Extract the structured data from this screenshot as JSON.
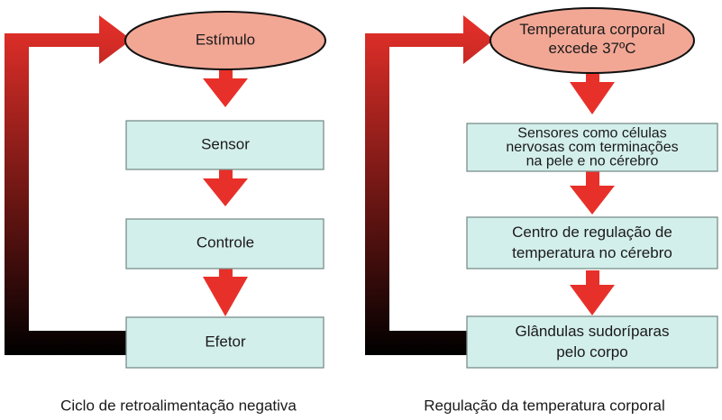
{
  "left": {
    "nodes": [
      {
        "lines": [
          "Estímulo"
        ]
      },
      {
        "lines": [
          "Sensor"
        ]
      },
      {
        "lines": [
          "Controle"
        ]
      },
      {
        "lines": [
          "Efetor"
        ]
      }
    ],
    "caption": "Ciclo de retroalimentação negativa"
  },
  "right": {
    "nodes": [
      {
        "lines": [
          "Temperatura corporal",
          "excede 37ºC"
        ]
      },
      {
        "lines": [
          "Sensores como células",
          "nervosas com terminações",
          "na pele e no cérebro"
        ]
      },
      {
        "lines": [
          "Centro de regulação de",
          "temperatura no cérebro"
        ]
      },
      {
        "lines": [
          "Glândulas sudoríparas",
          "pelo corpo"
        ]
      }
    ],
    "caption": "Regulação da temperatura corporal"
  },
  "colors": {
    "ellipse_fill": "#f2a795",
    "ellipse_stroke": "#111111",
    "box_fill": "#d3efeb",
    "box_stroke": "#7a8e8a",
    "arrow_red": "#e8302a",
    "loop_top": "#e8302a",
    "loop_bottom": "#000000"
  }
}
